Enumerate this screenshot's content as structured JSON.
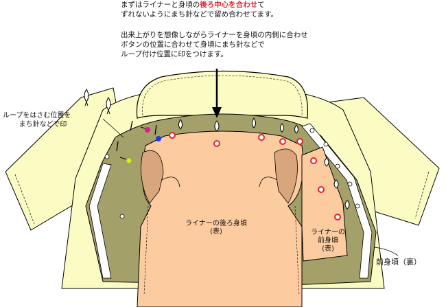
{
  "instructions": {
    "line1_pre": "まずはライナーと身頃の",
    "line1_highlight": "後ろ中心を合わせ",
    "line1_post": "て",
    "line2": "ずれないようにまち針などで留め合わせてます。",
    "line3": "出来上がりを想像しながらライナーを身頃の内側に合わせ",
    "line4": "ボタンの位置に合わせて身頃にまち針などで",
    "line5": "ループ付け位置に印をつけます。"
  },
  "labels": {
    "loop_mark_line1": "ループをはさむ位置を",
    "loop_mark_line2": "まち針などで印",
    "liner_back_line1": "ライナーの後ろ身頃",
    "liner_back_line2": "(表)",
    "liner_front_line1": "ライナーの",
    "liner_front_line2": "前身頃",
    "liner_front_line3": "(表)",
    "front_body": "前身頃（裏）"
  },
  "colors": {
    "jacket_yellow": "#fbfbc4",
    "lining_olive": "#a3a06a",
    "liner_peach": "#fccb9f",
    "liner_shadow": "#d9a57c",
    "highlight_red": "#e8202a",
    "pin_red": "#e8202a",
    "pin_magenta": "#e0199b",
    "pin_blue": "#1b3fd8",
    "pin_yellowgreen": "#d4ee1c"
  }
}
